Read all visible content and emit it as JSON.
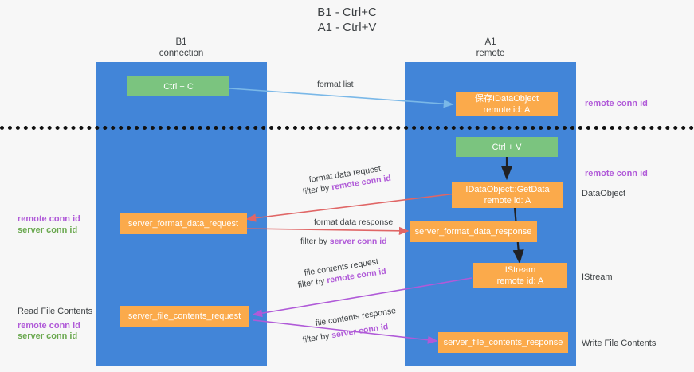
{
  "title": "B1 - Ctrl+C\nA1 - Ctrl+V",
  "lanes": {
    "left": {
      "name": "B1",
      "role": "connection",
      "header": "B1\nconnection"
    },
    "right": {
      "name": "A1",
      "role": "remote",
      "header": "A1\nremote"
    }
  },
  "colors": {
    "lane": "#4285d8",
    "green_node": "#7bc47f",
    "orange_node": "#fbaa4b",
    "background": "#f7f7f7",
    "remote_conn_id": "#b05ad8",
    "server_conn_id": "#6aa84f",
    "arrow_blue": "#7ab8e8",
    "arrow_red": "#e06666",
    "arrow_purple": "#b05ad8",
    "arrow_black": "#202124",
    "divider": "#111111"
  },
  "nodes": [
    {
      "id": "ctrl-c",
      "label": "Ctrl + C",
      "style": "green"
    },
    {
      "id": "save-idataobject",
      "label": "保存IDataObject\nremote id: A",
      "style": "orange"
    },
    {
      "id": "ctrl-v",
      "label": "Ctrl + V",
      "style": "green"
    },
    {
      "id": "idataobject-getdata",
      "label": "IDataObject::GetData\nremote id: A",
      "style": "orange"
    },
    {
      "id": "server-format-data-request",
      "label": "server_format_data_request",
      "style": "orange"
    },
    {
      "id": "server-format-data-response",
      "label": "server_format_data_response",
      "style": "orange"
    },
    {
      "id": "istream",
      "label": "IStream\nremote id: A",
      "style": "orange"
    },
    {
      "id": "server-file-contents-request",
      "label": "server_file_contents_request",
      "style": "orange"
    },
    {
      "id": "server-file-contents-response",
      "label": "server_file_contents_response",
      "style": "orange"
    }
  ],
  "arrow_labels": {
    "format_list": "format list",
    "format_data_request": "format data request",
    "format_data_request_filter_prefix": "filter by ",
    "format_data_request_filter_key": "remote conn id",
    "format_data_response": "format data response",
    "format_data_response_filter_prefix": "filter by ",
    "format_data_response_filter_key": "server conn id",
    "file_contents_request": "file contents request",
    "file_contents_request_filter_prefix": "filter by ",
    "file_contents_request_filter_key": "remote conn id",
    "file_contents_response": "file contents response",
    "file_contents_response_filter_prefix": "filter by ",
    "file_contents_response_filter_key": "server conn id"
  },
  "annotations": {
    "right_remote_conn_id_top": "remote conn id",
    "right_remote_conn_id_mid": "remote conn id",
    "right_dataobject": "DataObject",
    "right_istream": "IStream",
    "right_write_file_contents": "Write File Contents",
    "left_keys_mid_remote": "remote conn id",
    "left_keys_mid_server": "server conn id",
    "left_read_file_contents": "Read File Contents",
    "left_keys_bottom_remote": "remote conn id",
    "left_keys_bottom_server": "server conn id"
  }
}
